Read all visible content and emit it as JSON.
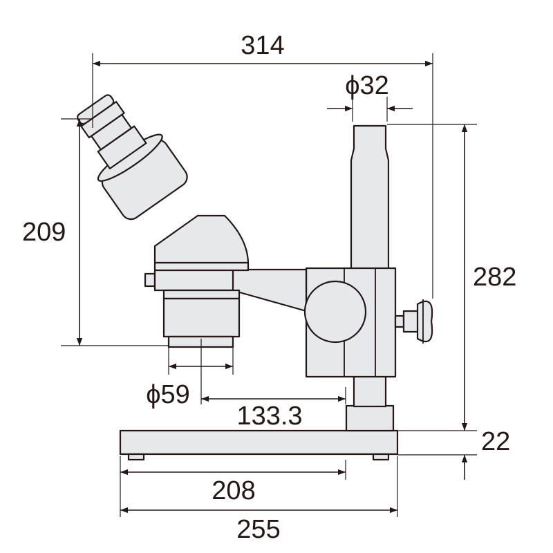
{
  "dimensions": {
    "overall_width": "314",
    "pillar_diameter": "ϕ32",
    "head_height": "209",
    "pillar_height": "282",
    "objective_diameter": "ϕ59",
    "working_reach": "133.3",
    "base_thickness": "22",
    "base_inner_length": "208",
    "base_length": "255"
  },
  "colors": {
    "line": "#231815",
    "body_fill": "#e6e8ec",
    "background": "#ffffff"
  }
}
